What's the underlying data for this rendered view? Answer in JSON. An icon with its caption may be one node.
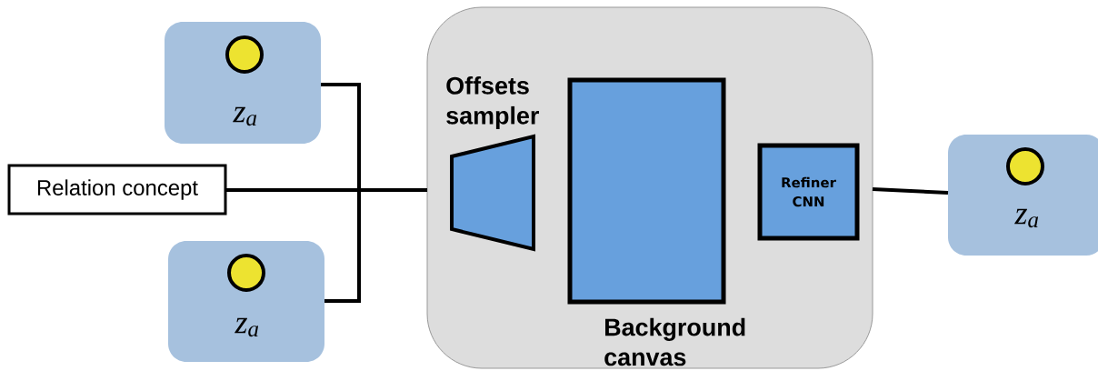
{
  "diagram": {
    "nodes": [
      {
        "text": [
          "z$_{a}$"
        ]
      },
      {
        "text": [
          "Relation concept"
        ]
      },
      {
        "text": [
          "z$_{a}$"
        ]
      },
      {
        "text": [],
        "shape": "box"
      },
      {
        "text": [
          "Offsets sampler"
        ],
        "in": 3
      },
      {
        "text": [
          "Background canvas"
        ],
        "in": 3
      },
      {
        "text": [
          "Refiner CNN"
        ],
        "in": 3
      },
      {
        "text": [
          "z$_{a}$"
        ]
      }
    ],
    "edges": [
      {
        "from": 0,
        "to": 3,
        "arrow": "none"
      },
      {
        "from": 1,
        "to": 3,
        "arrow": "none"
      },
      {
        "from": 2,
        "to": 3,
        "arrow": "none"
      },
      {
        "from": 3,
        "to": 7,
        "arrow": "none"
      }
    ]
  }
}
